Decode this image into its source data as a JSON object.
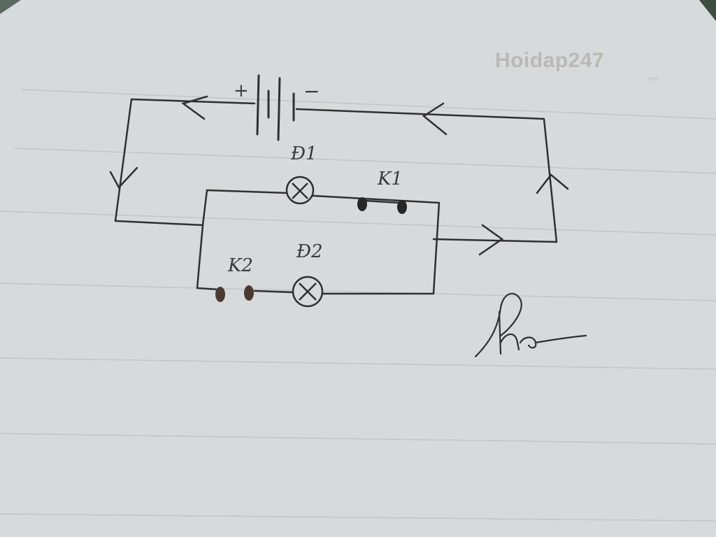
{
  "watermark": {
    "brand": "Hoidap247",
    "suffix": ".com"
  },
  "diagram": {
    "battery_plus": "+",
    "battery_minus": "−",
    "lamp1_label": "Đ1",
    "lamp2_label": "Đ2",
    "switch1_label": "K1",
    "switch2_label": "K2"
  },
  "colors": {
    "paper": "#d9dcdd",
    "ink": "#2f2f2f",
    "ruling": "#bfc3c6",
    "watermark": "#b9b9b5"
  }
}
